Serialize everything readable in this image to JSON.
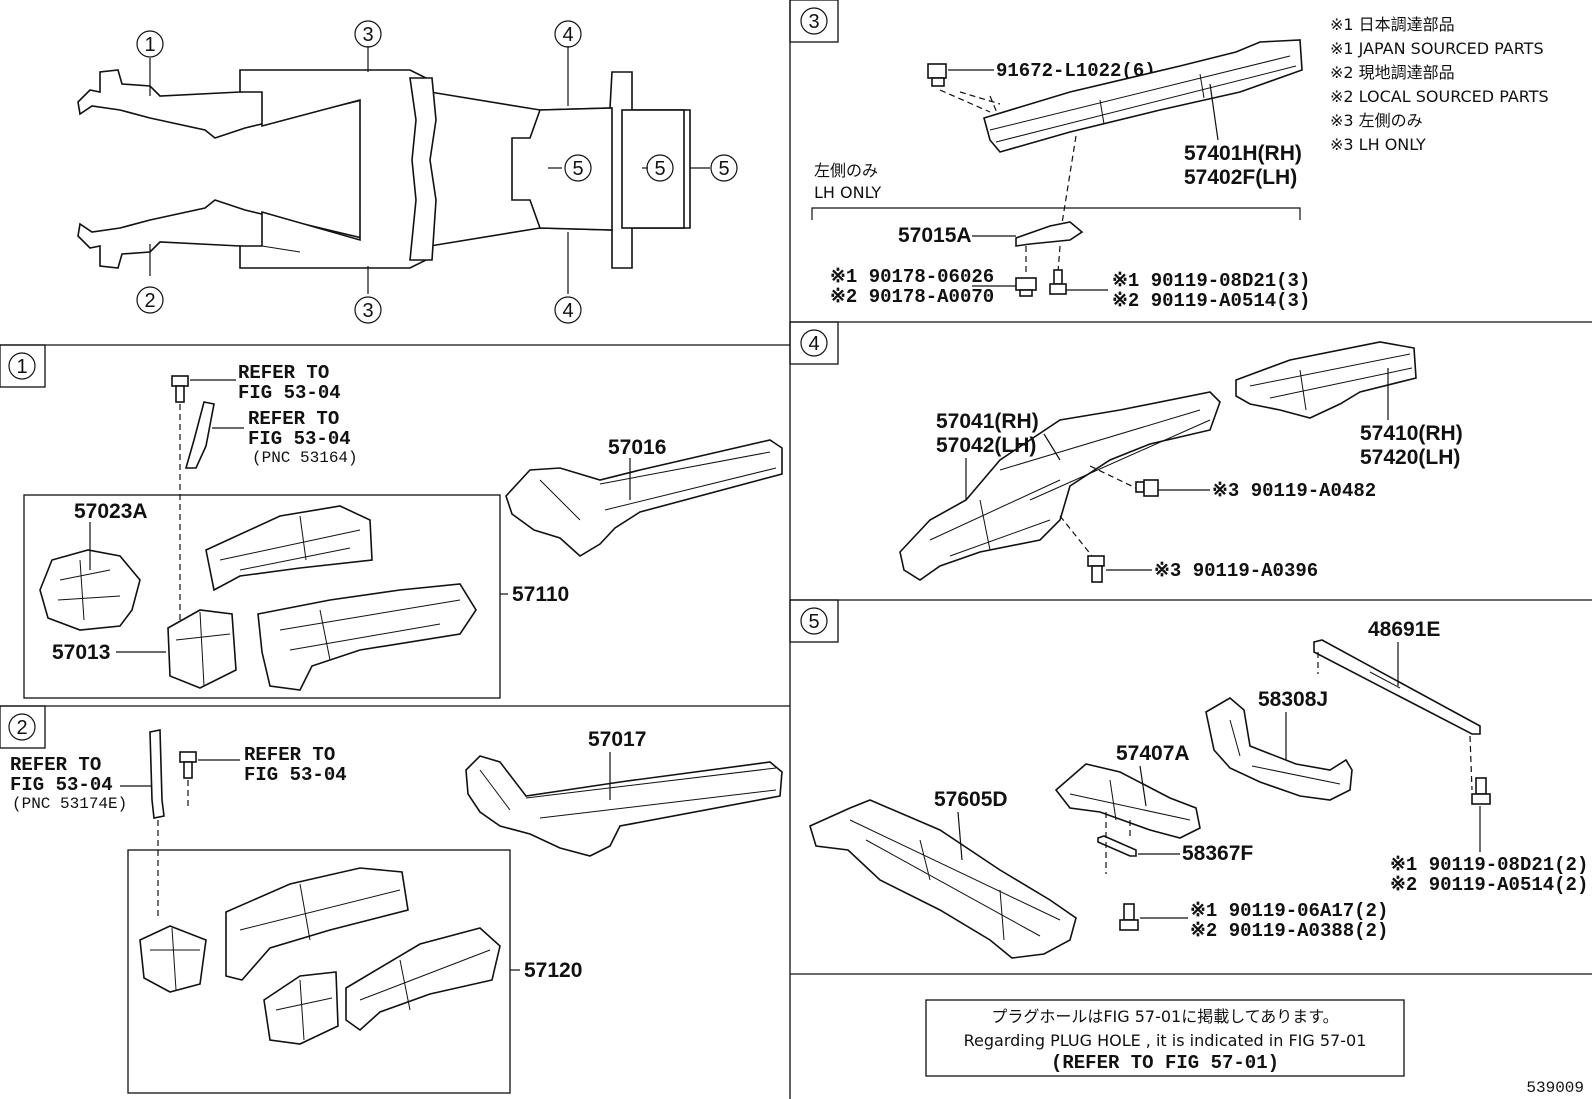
{
  "overview": {
    "callouts": [
      "1",
      "2",
      "3",
      "3",
      "4",
      "4",
      "5",
      "5",
      "5"
    ]
  },
  "sections": {
    "s1": {
      "number": "1",
      "refer1": [
        "REFER TO",
        "FIG 53-04"
      ],
      "refer2": [
        "REFER TO",
        "FIG 53-04",
        "(PNC 53164)"
      ],
      "parts": [
        "57016",
        "57023A",
        "57013",
        "57110"
      ]
    },
    "s2": {
      "number": "2",
      "refer1": [
        "REFER TO",
        "FIG 53-04",
        "(PNC 53174E)"
      ],
      "refer2": [
        "REFER TO",
        "FIG 53-04"
      ],
      "parts": [
        "57017",
        "57120"
      ]
    },
    "s3": {
      "number": "3",
      "bolt": "91672-L1022(6)",
      "rail": [
        "57401H(RH)",
        "57402F(LH)"
      ],
      "lh_only": [
        "左側のみ",
        "LH ONLY"
      ],
      "bracket": "57015A",
      "nut": [
        "※1 90178-06026",
        "※2 90178-A0070"
      ],
      "screw": [
        "※1 90119-08D21(3)",
        "※2 90119-A0514(3)"
      ]
    },
    "s4": {
      "number": "4",
      "member": [
        "57041(RH)",
        "57042(LH)"
      ],
      "rear": [
        "57410(RH)",
        "57420(LH)"
      ],
      "bolt1": "※3 90119-A0482",
      "bolt2": "※3 90119-A0396"
    },
    "s5": {
      "number": "5",
      "parts": [
        "48691E",
        "58308J",
        "57407A",
        "57605D",
        "58367F"
      ],
      "bolt1": [
        "※1 90119-06A17(2)",
        "※2 90119-A0388(2)"
      ],
      "bolt2": [
        "※1 90119-08D21(2)",
        "※2 90119-A0514(2)"
      ]
    }
  },
  "legend": [
    "※1 日本調達部品",
    "※1 JAPAN SOURCED PARTS",
    "※2 現地調達部品",
    "※2 LOCAL SOURCED PARTS",
    "※3 左側のみ",
    "※3 LH ONLY"
  ],
  "notice": [
    "プラグホールはFIG 57-01に掲載してあります。",
    "Regarding  PLUG  HOLE , it is indicated in FIG  57-01",
    "(REFER TO FIG 57-01)"
  ],
  "figure_id": "539009"
}
